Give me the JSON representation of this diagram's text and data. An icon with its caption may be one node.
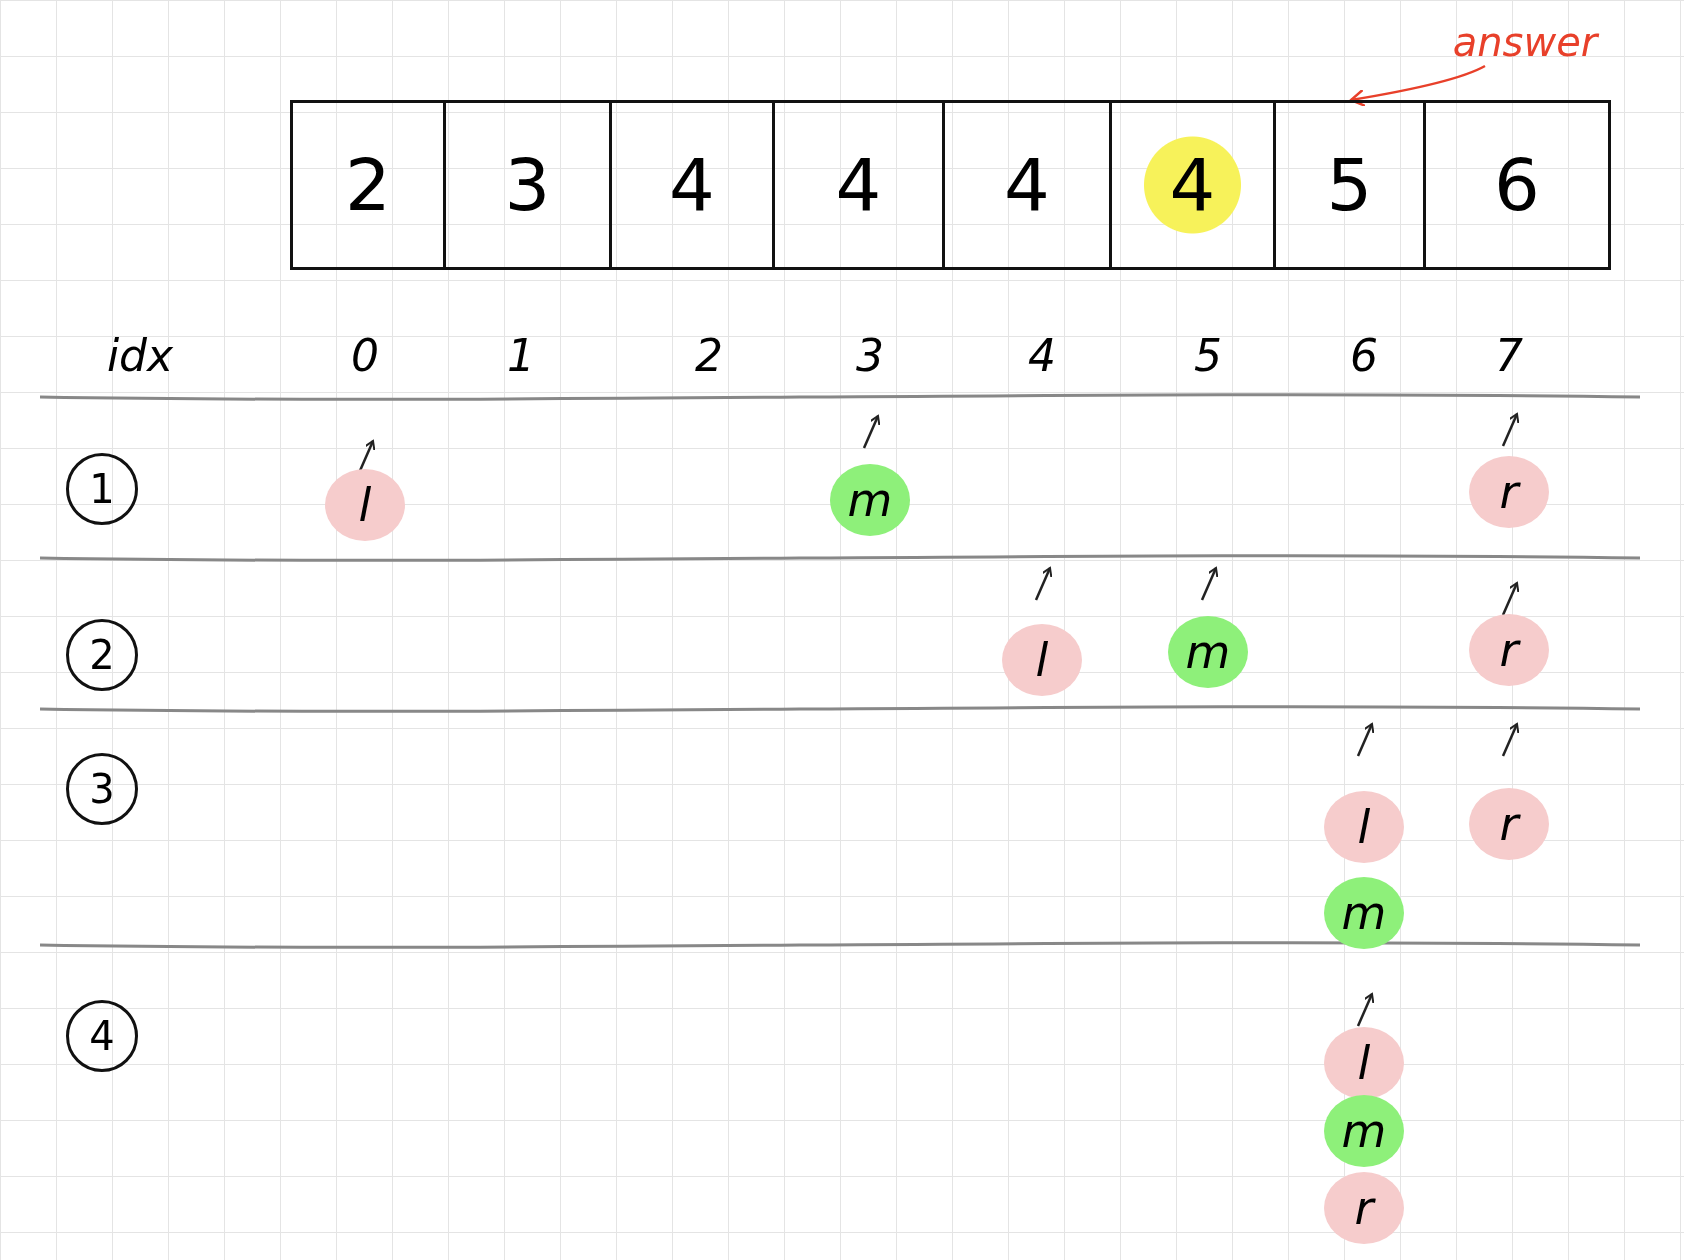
{
  "diagram": {
    "nodes": [
      {
        "text": [
          "2"
        ]
      },
      {
        "text": [
          "3"
        ]
      },
      {
        "text": [
          "4"
        ]
      },
      {
        "text": [
          "4"
        ]
      },
      {
        "text": [
          "4"
        ]
      },
      {
        "text": [
          "4"
        ]
      },
      {
        "text": [
          "5"
        ]
      },
      {
        "text": [
          "6"
        ]
      },
      {
        "text": [
          "answer"
        ]
      },
      {
        "text": [
          "1"
        ]
      },
      {
        "text": [
          "l"
        ]
      },
      {
        "text": [
          "m"
        ]
      },
      {
        "text": [
          "r"
        ]
      },
      {
        "text": [
          "2"
        ]
      },
      {
        "text": [
          "l"
        ]
      },
      {
        "text": [
          "m"
        ]
      },
      {
        "text": [
          "r"
        ]
      },
      {
        "text": [
          "3"
        ]
      },
      {
        "text": [
          "l"
        ]
      },
      {
        "text": [
          "r"
        ]
      },
      {
        "text": [
          "m"
        ]
      },
      {
        "text": [
          "4"
        ]
      },
      {
        "text": [
          "l"
        ]
      },
      {
        "text": [
          "m"
        ]
      },
      {
        "text": [
          "r"
        ]
      }
    ],
    "edges": [
      {
        "from": 8,
        "to": 6,
        "arrow": "to",
        "color": "#e8402a"
      }
    ],
    "labels": [
      "idx",
      "0",
      "1",
      "2",
      "3",
      "4",
      "5",
      "6",
      "7"
    ]
  }
}
